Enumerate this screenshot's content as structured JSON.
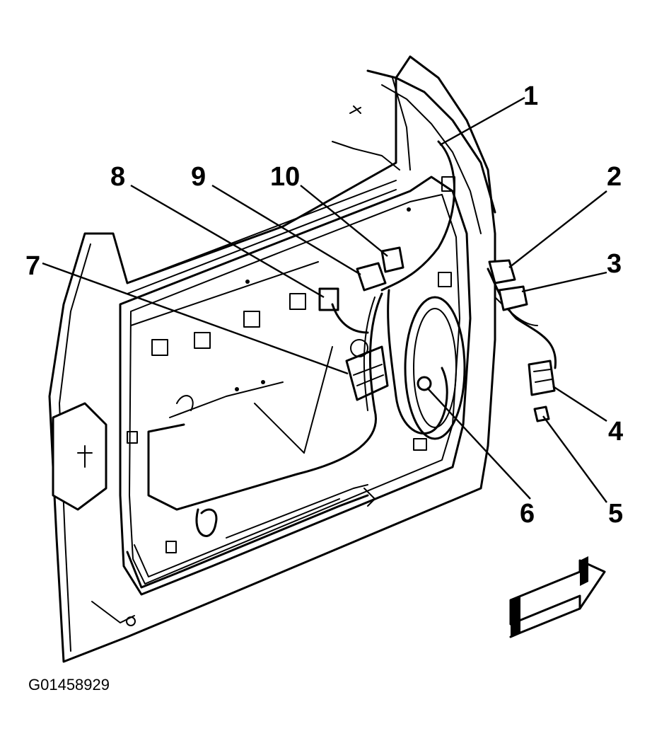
{
  "figure_id": "G01458929",
  "callouts": [
    {
      "id": "1",
      "label": "1"
    },
    {
      "id": "2",
      "label": "2"
    },
    {
      "id": "3",
      "label": "3"
    },
    {
      "id": "4",
      "label": "4"
    },
    {
      "id": "5",
      "label": "5"
    },
    {
      "id": "6",
      "label": "6"
    },
    {
      "id": "7",
      "label": "7"
    },
    {
      "id": "8",
      "label": "8"
    },
    {
      "id": "9",
      "label": "9"
    },
    {
      "id": "10",
      "label": "10"
    }
  ],
  "icons": {
    "direction_arrow": "forward-arrow-icon"
  }
}
